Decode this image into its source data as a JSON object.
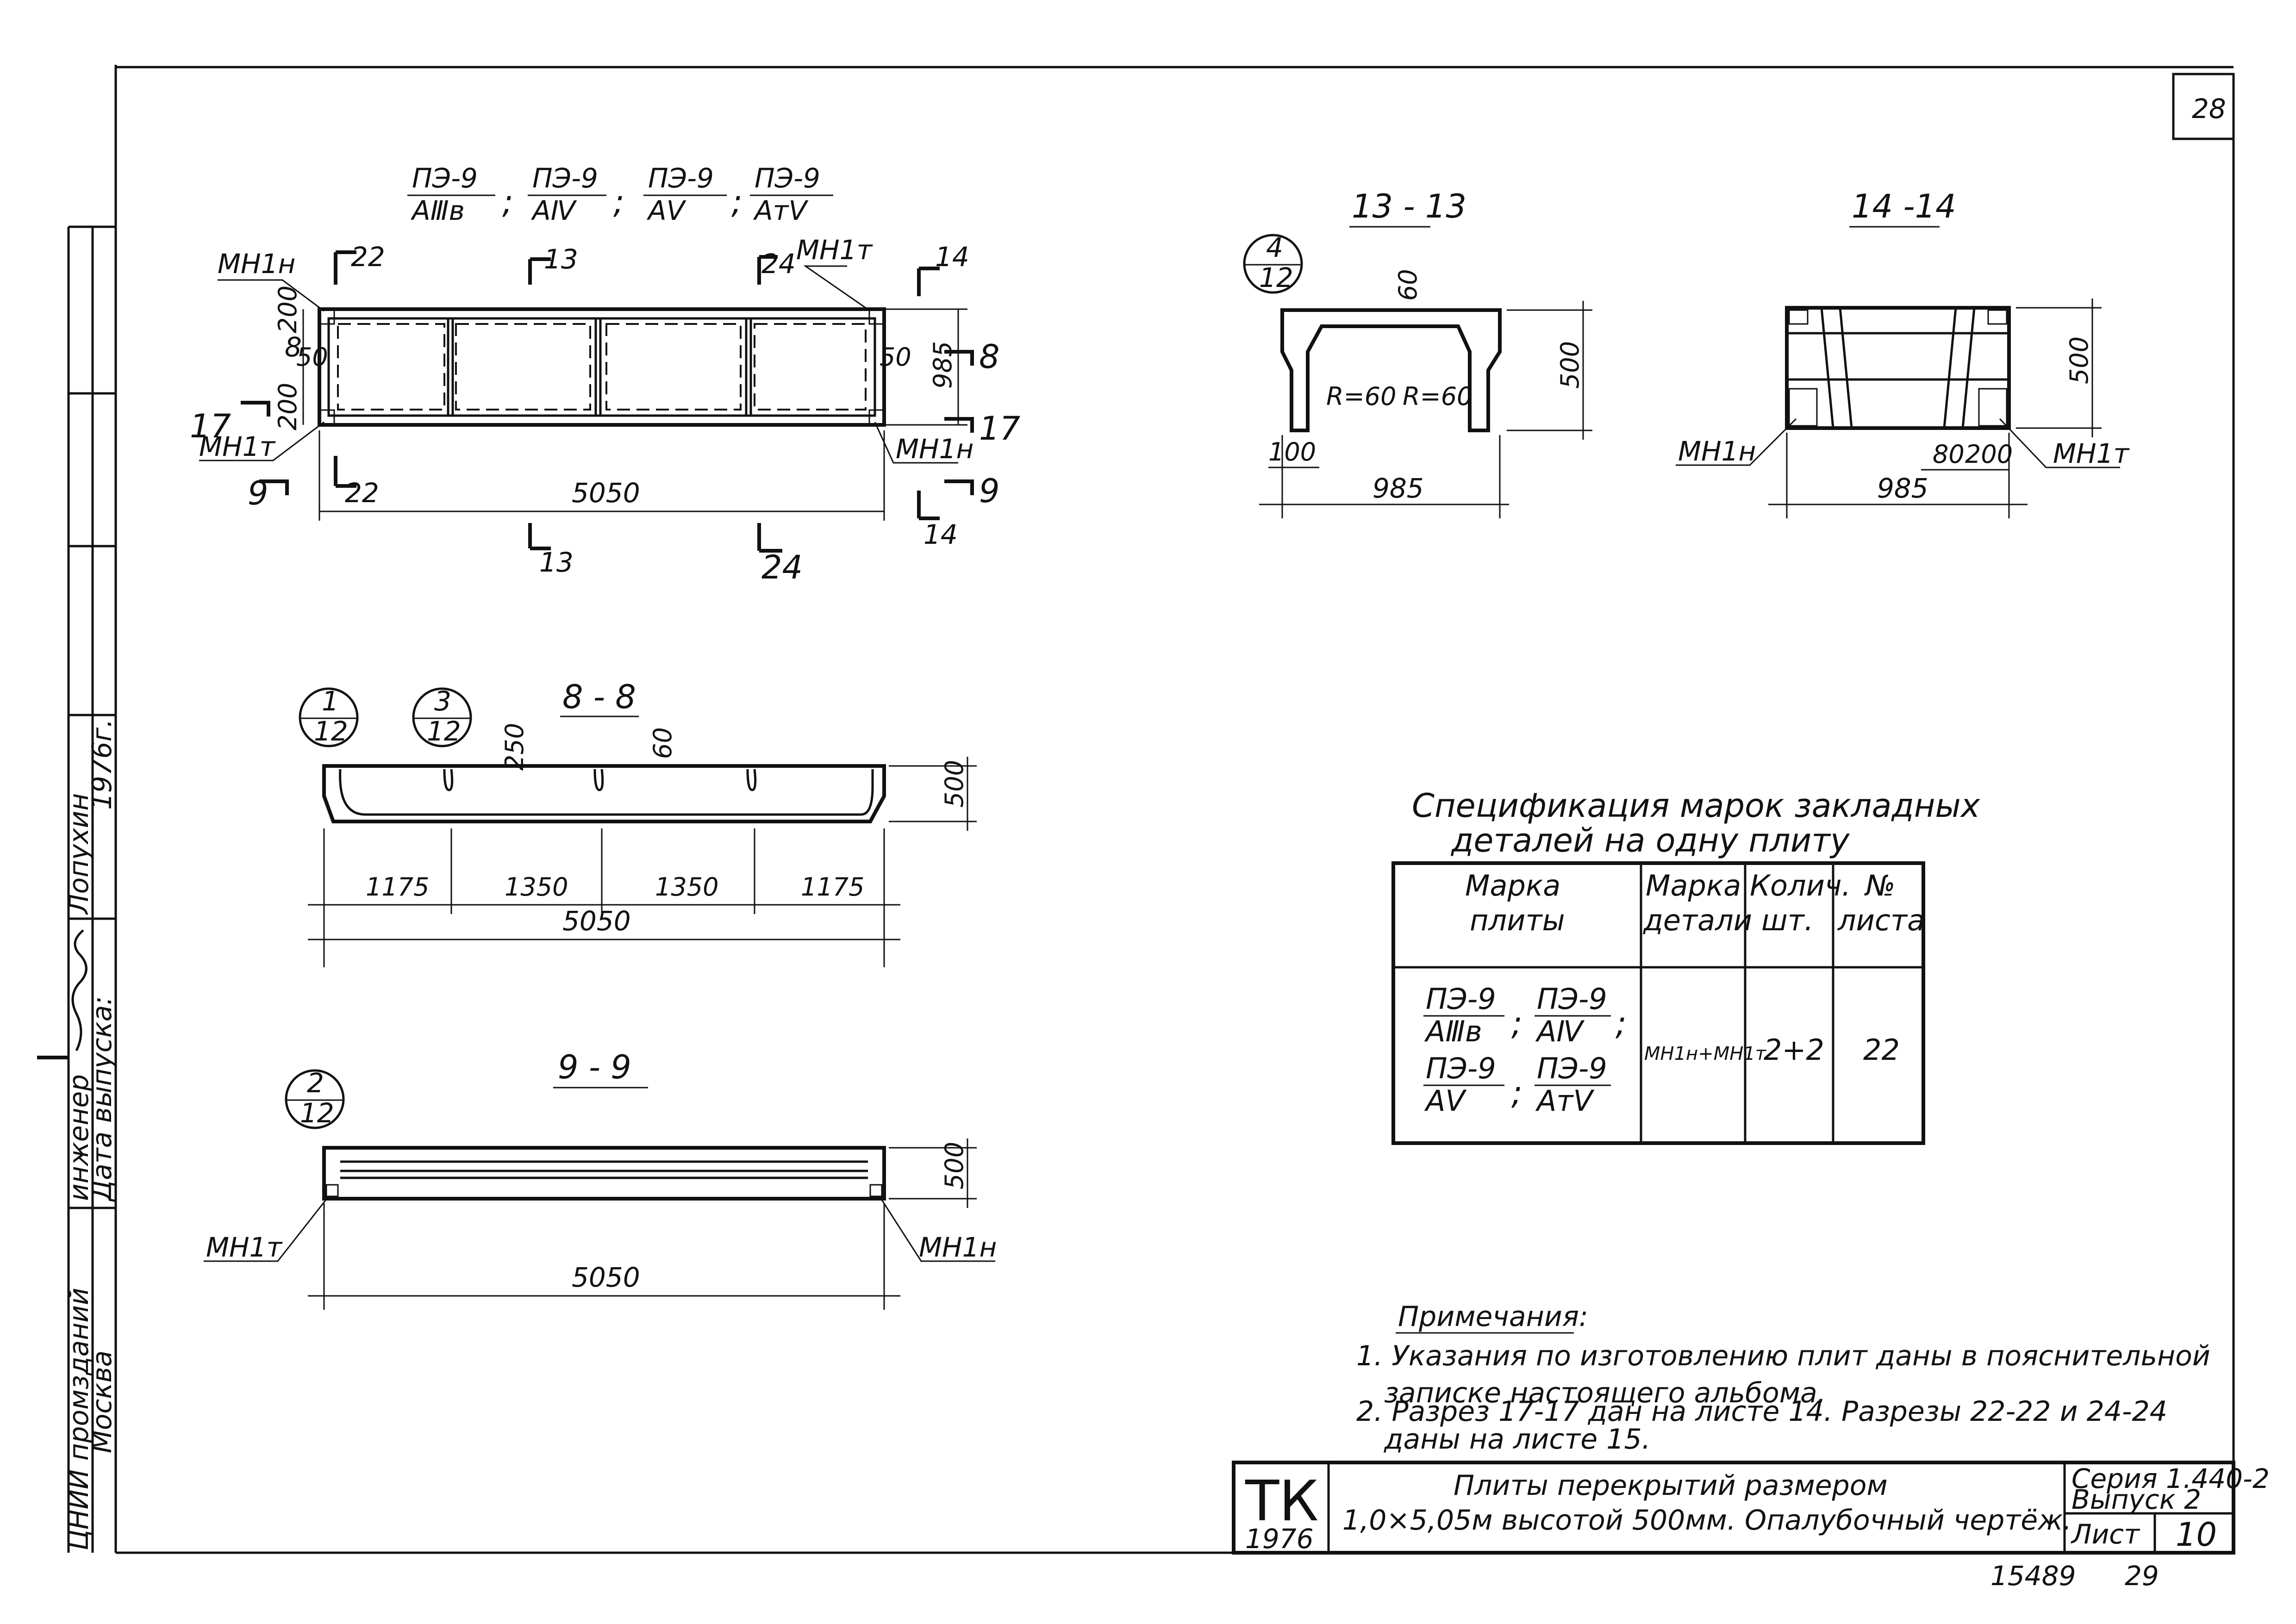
{
  "sheet": {
    "page_number": "28",
    "bottom_number": "15489",
    "bottom_number_2": "29"
  },
  "left_stamp": {
    "col1": [
      "ЦНИИ промзданий",
      "Москва"
    ],
    "col2": [
      "инженер",
      "Дата выпуска:"
    ],
    "col3": [
      "Лопухин",
      "1976г."
    ]
  },
  "mark_lines": {
    "top": [
      "ПЭ-9",
      "ПЭ-9",
      "ПЭ-9",
      "ПЭ-9"
    ],
    "bottom": [
      "AⅢв",
      "AⅣ",
      "AⅤ",
      "AтⅤ"
    ]
  },
  "plan": {
    "labels": {
      "mh1n_tl": "МН1н",
      "mh1t_tr": "МН1т",
      "mh1t_bl": "МН1т",
      "mh1n_br": "МН1н"
    },
    "cuts": {
      "c22": "22",
      "c13": "13",
      "c24": "24",
      "c14": "14",
      "c8": "8",
      "c17": "17",
      "c9": "9",
      "c22b": "22",
      "c13b": "13",
      "c24b": "24",
      "c14b": "14",
      "c8l": "8",
      "c17l": "17",
      "c9l": "9"
    },
    "dims": {
      "d200a": "200",
      "d50l": "50",
      "d200b": "200",
      "d50r": "50",
      "d985": "985",
      "d5050": "5050"
    }
  },
  "sections": {
    "s13": {
      "title": "13 - 13",
      "node_top": "4",
      "node_bottom": "12",
      "d60": "60",
      "d500": "500",
      "r1": "R=60",
      "r2": "R=60",
      "d100": "100",
      "d985": "985"
    },
    "s14": {
      "title": "14 -14",
      "d500": "500",
      "mh1n": "МН1н",
      "mh1t": "МН1т",
      "d80": "80",
      "d200": "200",
      "d985": "985"
    },
    "s8": {
      "title": "8 - 8",
      "n1_top": "1",
      "n1_bottom": "12",
      "n3_top": "3",
      "n3_bottom": "12",
      "d250": "250",
      "d60": "60",
      "d500": "500",
      "spans": [
        "1175",
        "1350",
        "1350",
        "1175"
      ],
      "total": "5050"
    },
    "s9": {
      "title": "9 - 9",
      "n2_top": "2",
      "n2_bottom": "12",
      "d500": "500",
      "mh1t": "МН1т",
      "mh1n": "МН1н",
      "total": "5050"
    }
  },
  "spec": {
    "title_line1": "Спецификация марок закладных",
    "title_line2": "деталей на одну плиту",
    "headers": [
      [
        "Марка",
        "плиты"
      ],
      [
        "Марка",
        "детали"
      ],
      [
        "Колич.",
        "шт."
      ],
      [
        "№",
        "листа"
      ]
    ],
    "row": {
      "marks_top": [
        "ПЭ-9",
        "ПЭ-9",
        "ПЭ-9",
        "ПЭ-9"
      ],
      "marks_bottom": [
        "AⅢв",
        "AⅣ",
        "AⅤ",
        "AтⅤ"
      ],
      "detail": "МН1н+МН1т",
      "qty": "2+2",
      "sheet": "22"
    }
  },
  "notes": {
    "title": "Примечания:",
    "n1a": "1. Указания по изготовлению плит даны в пояснительной",
    "n1b": "записке настоящего альбома.",
    "n2a": "2. Разрез 17-17 дан на листе 14. Разрезы 22-22 и 24-24",
    "n2b": "даны на листе 15."
  },
  "title_block": {
    "logo": "ТК",
    "year": "1976",
    "title1": "Плиты перекрытий размером",
    "title2": "1,0×5,05м высотой 500мм. Опалубочный чертёж.",
    "series": "Серия 1.440-2",
    "issue": "Выпуск 2",
    "sheet_label": "Лист",
    "sheet_no": "10"
  }
}
